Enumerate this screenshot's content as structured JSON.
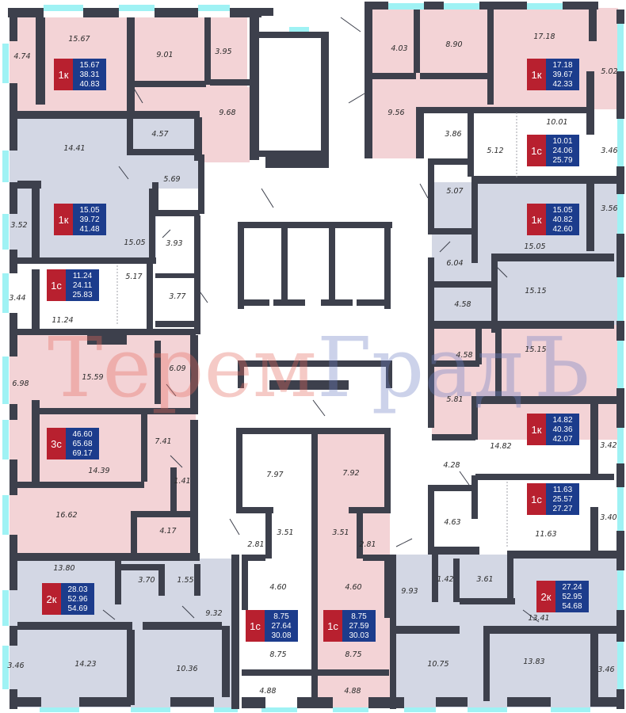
{
  "colors": {
    "pink": "#f3d3d6",
    "blue": "#d3d7e4",
    "white": "#ffffff",
    "wall": "#3d404c",
    "window": "#9ff2f4",
    "badge_red": "#b8202f",
    "badge_blue": "#1c3c8c"
  },
  "watermark": {
    "part1": "Терем",
    "part2": "ГрадЪ"
  },
  "apartments": [
    {
      "type": "1к",
      "values": [
        "15.67",
        "38.31",
        "40.83"
      ]
    },
    {
      "type": "1к",
      "values": [
        "17.18",
        "39.67",
        "42.33"
      ]
    },
    {
      "type": "1с",
      "values": [
        "10.01",
        "24.06",
        "25.79"
      ]
    },
    {
      "type": "1к",
      "values": [
        "15.05",
        "39.72",
        "41.48"
      ]
    },
    {
      "type": "1к",
      "values": [
        "15.05",
        "40.82",
        "42.60"
      ]
    },
    {
      "type": "1с",
      "values": [
        "11.24",
        "24.11",
        "25.83"
      ]
    },
    {
      "type": "3с",
      "values": [
        "46.60",
        "65.68",
        "69.17"
      ]
    },
    {
      "type": "1к",
      "values": [
        "14.82",
        "40.36",
        "42.07"
      ]
    },
    {
      "type": "1с",
      "values": [
        "11.63",
        "25.57",
        "27.27"
      ]
    },
    {
      "type": "2к",
      "values": [
        "28.03",
        "52.96",
        "54.69"
      ]
    },
    {
      "type": "2к",
      "values": [
        "27.24",
        "52.95",
        "54.68"
      ]
    },
    {
      "type": "1с",
      "values": [
        "8.75",
        "27.64",
        "30.08"
      ]
    },
    {
      "type": "1с",
      "values": [
        "8.75",
        "27.59",
        "30.03"
      ]
    }
  ],
  "rooms": [
    "15.67",
    "4.74",
    "9.01",
    "3.95",
    "9.68",
    "4.03",
    "8.90",
    "17.18",
    "5.02",
    "9.56",
    "3.86",
    "10.01",
    "5.12",
    "3.46",
    "5.07",
    "14.41",
    "4.57",
    "5.69",
    "3.52",
    "15.05",
    "3.93",
    "3.44",
    "5.17",
    "11.24",
    "3.77",
    "3.56",
    "15.05",
    "6.04",
    "4.58",
    "15.15",
    "4.58",
    "15.15",
    "5.81",
    "6.98",
    "15.59",
    "6.09",
    "7.41",
    "14.39",
    "1.41",
    "16.62",
    "4.17",
    "14.82",
    "3.42",
    "4.28",
    "3.40",
    "4.63",
    "11.63",
    "7.97",
    "7.92",
    "3.51",
    "3.51",
    "2.81",
    "2.81",
    "4.60",
    "4.60",
    "13.80",
    "3.70",
    "1.55",
    "9.32",
    "1.42",
    "3.61",
    "9.93",
    "13.41",
    "8.75",
    "8.75",
    "3.46",
    "14.23",
    "10.36",
    "10.75",
    "13.83",
    "3.46",
    "4.88",
    "4.88"
  ]
}
